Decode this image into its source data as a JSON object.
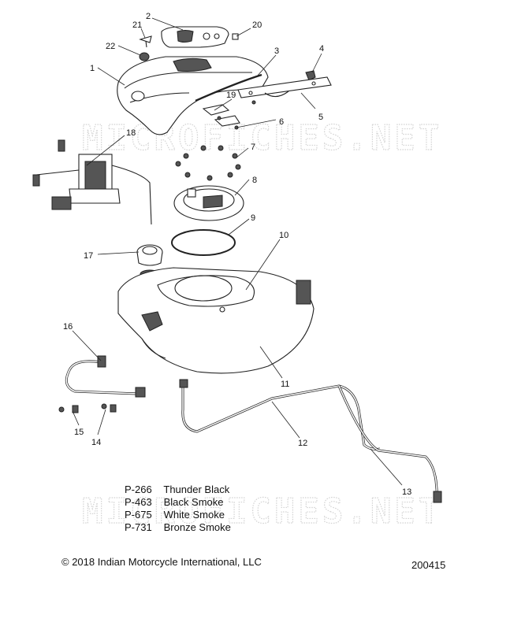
{
  "watermark": "MICROFICHES.NET",
  "callouts": [
    {
      "label": "1"
    },
    {
      "label": "2"
    },
    {
      "label": "3"
    },
    {
      "label": "4"
    },
    {
      "label": "5"
    },
    {
      "label": "6"
    },
    {
      "label": "7"
    },
    {
      "label": "8"
    },
    {
      "label": "9"
    },
    {
      "label": "10"
    },
    {
      "label": "11"
    },
    {
      "label": "12"
    },
    {
      "label": "13"
    },
    {
      "label": "14"
    },
    {
      "label": "15"
    },
    {
      "label": "16"
    },
    {
      "label": "17"
    },
    {
      "label": "18"
    },
    {
      "label": "19"
    },
    {
      "label": "20"
    },
    {
      "label": "21"
    },
    {
      "label": "22"
    }
  ],
  "legend": [
    {
      "code": "P-266",
      "name": "Thunder Black"
    },
    {
      "code": "P-463",
      "name": "Black Smoke"
    },
    {
      "code": "P-675",
      "name": "White Smoke"
    },
    {
      "code": "P-731",
      "name": "Bronze Smoke"
    }
  ],
  "footer": {
    "copyright": "© 2018 Indian Motorcycle International, LLC",
    "diagram_number": "200415"
  }
}
